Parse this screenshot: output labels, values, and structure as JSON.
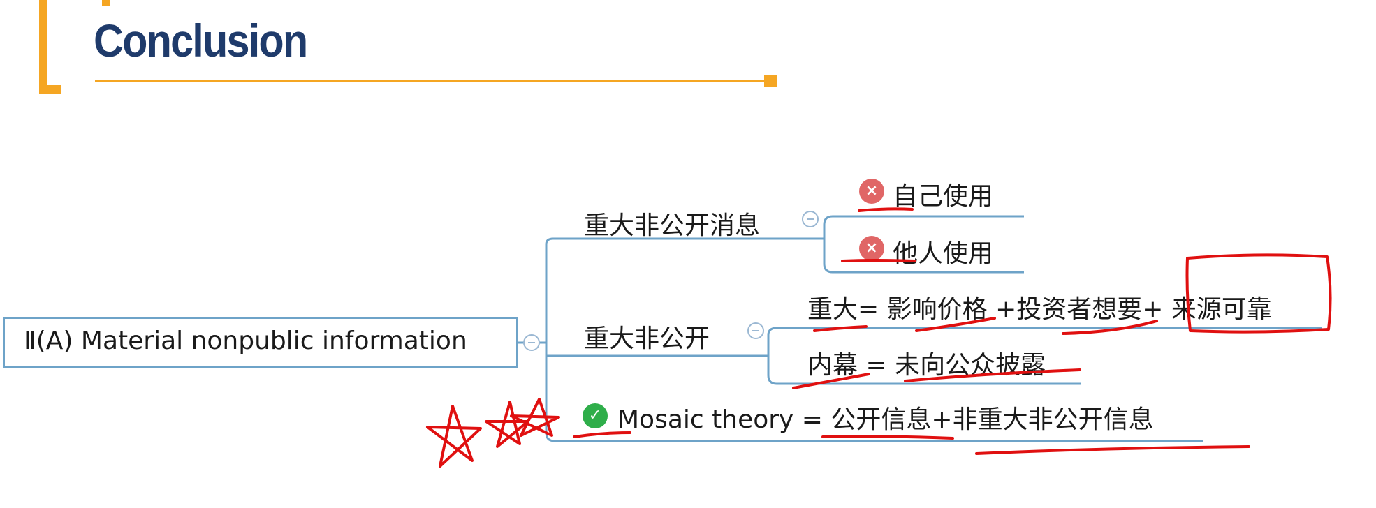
{
  "slide": {
    "title": "Conclusion"
  },
  "mindmap": {
    "root": "Ⅱ(A) Material nonpublic information",
    "branch1": {
      "label": "重大非公开消息",
      "children": [
        "自己使用",
        "他人使用"
      ],
      "icons": [
        "cross-circle-icon",
        "cross-circle-icon"
      ]
    },
    "branch2": {
      "label": "重大非公开",
      "child1": {
        "a": "重大= ",
        "b": "影响价格",
        "c": " +投资者想要+ ",
        "d": "来源可靠"
      },
      "child2": {
        "a": "内幕 ",
        "b": "=",
        "c": " 未向公众披露"
      }
    },
    "branch3": {
      "a": "Mosaic theory",
      "b": " = ",
      "c": "公开信息+非重大非公开信息",
      "icon": "check-circle-icon"
    }
  },
  "colors": {
    "accent_orange": "#f5a623",
    "title_navy": "#1f3b6b",
    "connector_blue": "#6ea3c8",
    "annotation_red": "#e01010",
    "cross_red": "#e06666",
    "check_green": "#2fae4a"
  }
}
